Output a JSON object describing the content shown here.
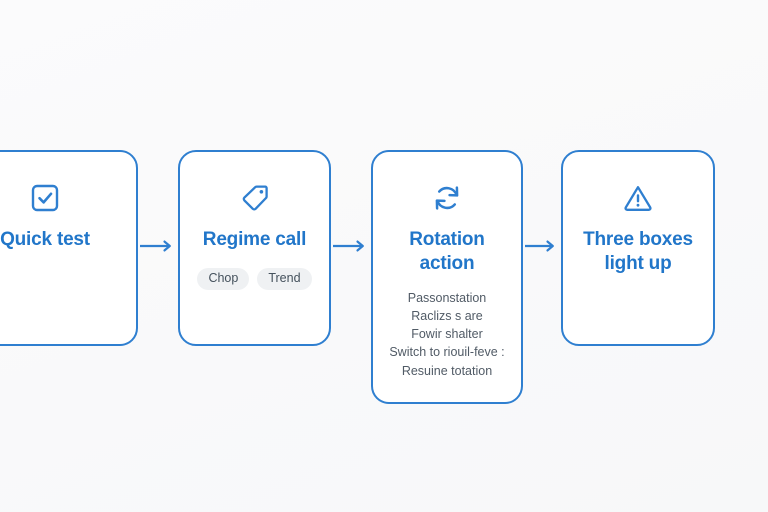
{
  "diagram": {
    "background_color": "#fafafb",
    "accent_color": "#2176c9",
    "border_color": "#2f7fd0",
    "chip_bg_color": "#eff1f3",
    "chip_text_color": "#44515c",
    "body_text_color": "#515b66",
    "steps": [
      {
        "id": "quick-test",
        "icon": "checkbox-check-icon",
        "title": "Quick test",
        "chips": [],
        "lines": []
      },
      {
        "id": "regime-call",
        "icon": "tag-icon",
        "title": "Regime call",
        "chips": [
          "Chop",
          "Trend"
        ],
        "lines": []
      },
      {
        "id": "rotation-action",
        "icon": "rotation-refresh-icon",
        "title": "Rotation action",
        "chips": [],
        "lines": [
          "Passonstation",
          "Raclizs s are",
          "Fowir shalter",
          "Switch to riouil-feve :",
          "Resuine totation"
        ]
      },
      {
        "id": "three-boxes-light-up",
        "icon": "warning-triangle-icon",
        "title": "Three boxes light up",
        "chips": [],
        "lines": []
      }
    ],
    "connectors": [
      {
        "id": "arrow-1",
        "from": "quick-test",
        "to": "regime-call"
      },
      {
        "id": "arrow-2",
        "from": "regime-call",
        "to": "rotation-action"
      },
      {
        "id": "arrow-3",
        "from": "rotation-action",
        "to": "three-boxes-light-up"
      }
    ]
  }
}
